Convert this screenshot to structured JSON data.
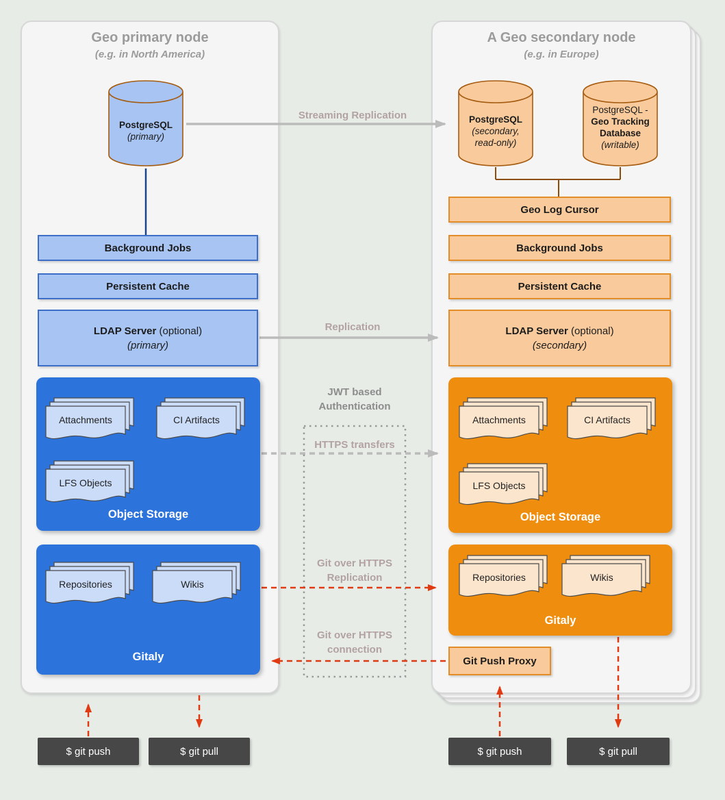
{
  "colors": {
    "stage_bg": "#e7ece7",
    "panel_bg": "#F5F5F5",
    "panel_border": "#D7D7D7",
    "title_gray": "#9B9B9B",
    "blue_big": "#2C74DC",
    "blue_light": "#A7C4F2",
    "blue_border": "#3E6FC8",
    "blue_doc": "#CBDCF8",
    "orange_big": "#EF8E0E",
    "orange_light": "#F9CB9C",
    "orange_border": "#E28D27",
    "orange_doc": "#FCE5CD",
    "cyl_stroke": "#A55B10",
    "brown_wire": "#8B4D08",
    "navy_wire": "#1C4587",
    "gray_wire": "#BBBBBB",
    "red_wire": "#E03A12",
    "terminal_bg": "#474747",
    "label_warm": "#B3A2A2",
    "label_gray": "#8C8C8C",
    "text_dark": "#1C1C1C"
  },
  "primary": {
    "title": "Geo primary node",
    "subtitle": "(e.g. in North America)",
    "postgres": {
      "name": "PostgreSQL",
      "note": "(primary)"
    },
    "background_jobs": "Background Jobs",
    "persistent_cache": "Persistent Cache",
    "ldap": {
      "name": "LDAP Server",
      "optional": " (optional)",
      "note": "(primary)"
    },
    "object_storage": {
      "title": "Object Storage",
      "docs": {
        "attachments": "Attachments",
        "ci_artifacts": "CI Artifacts",
        "lfs_objects": "LFS Objects"
      }
    },
    "gitaly": {
      "title": "Gitaly",
      "docs": {
        "repositories": "Repositories",
        "wikis": "Wikis"
      }
    },
    "terminals": {
      "push": "$ git push",
      "pull": "$ git pull"
    }
  },
  "secondary": {
    "title": "A Geo secondary node",
    "subtitle": "(e.g. in Europe)",
    "postgres_readonly": {
      "name": "PostgreSQL",
      "note": "(secondary, read-only)"
    },
    "postgres_tracking": {
      "prefix": "PostgreSQL -",
      "name": "Geo Tracking Database",
      "note": "(writable)"
    },
    "geo_log_cursor": "Geo Log Cursor",
    "background_jobs": "Background Jobs",
    "persistent_cache": "Persistent Cache",
    "ldap": {
      "name": "LDAP Server",
      "optional": " (optional)",
      "note": "(secondary)"
    },
    "object_storage": {
      "title": "Object Storage",
      "docs": {
        "attachments": "Attachments",
        "ci_artifacts": "CI Artifacts",
        "lfs_objects": "LFS Objects"
      }
    },
    "gitaly": {
      "title": "Gitaly",
      "docs": {
        "repositories": "Repositories",
        "wikis": "Wikis"
      }
    },
    "git_push_proxy": "Git Push Proxy",
    "terminals": {
      "push": "$ git push",
      "pull": "$ git pull"
    }
  },
  "connections": {
    "streaming_replication": "Streaming Replication",
    "replication": "Replication",
    "jwt_auth": "JWT based Authentication",
    "https_transfers": "HTTPS transfers",
    "git_https_replication": "Git over HTTPS Replication",
    "git_https_connection": "Git over HTTPS connection"
  }
}
